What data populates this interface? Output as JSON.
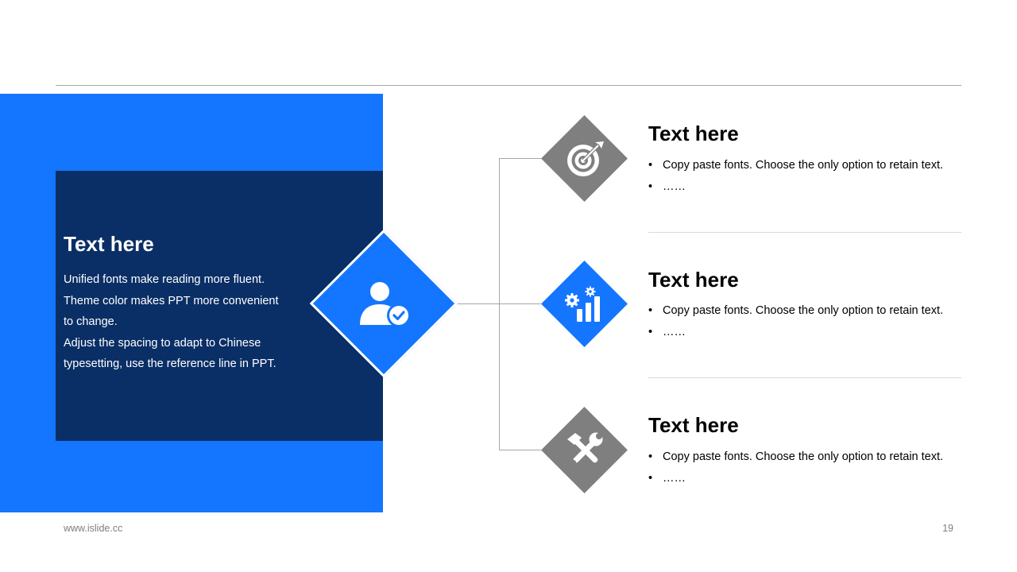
{
  "colors": {
    "accent": "#1476fe",
    "navy": "#0a2f66",
    "gray": "#7f7f7f",
    "rule": "#a6a6a6"
  },
  "left": {
    "title": "Text here",
    "lines": [
      "Unified fonts make reading more fluent.",
      "Theme color makes PPT more convenient",
      "to change.",
      "Adjust the spacing to adapt to Chinese",
      "typesetting, use the reference line in PPT."
    ],
    "icon": "user-check-icon"
  },
  "items": [
    {
      "title": "Text here",
      "bullets": [
        "Copy paste fonts. Choose the only option to retain text.",
        "……"
      ],
      "icon": "target-icon"
    },
    {
      "title": "Text here",
      "bullets": [
        "Copy paste fonts. Choose the only option to retain text.",
        "……"
      ],
      "icon": "gears-chart-icon"
    },
    {
      "title": "Text here",
      "bullets": [
        "Copy paste fonts. Choose the only option to retain text.",
        "……"
      ],
      "icon": "tools-icon"
    }
  ],
  "footer": {
    "website": "www.islide.cc",
    "page_number": "19"
  }
}
